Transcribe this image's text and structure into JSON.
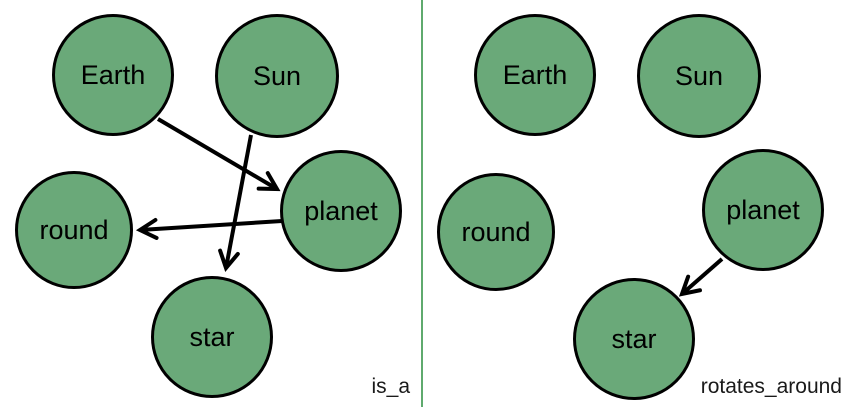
{
  "panels": [
    {
      "label": "is_a",
      "nodes": [
        {
          "label": "Earth"
        },
        {
          "label": "Sun"
        },
        {
          "label": "round"
        },
        {
          "label": "planet"
        },
        {
          "label": "star"
        }
      ],
      "edges": [
        {
          "from": "Earth",
          "to": "planet"
        },
        {
          "from": "Sun",
          "to": "star"
        },
        {
          "from": "planet",
          "to": "round"
        }
      ]
    },
    {
      "label": "rotates_around",
      "nodes": [
        {
          "label": "Earth"
        },
        {
          "label": "Sun"
        },
        {
          "label": "round"
        },
        {
          "label": "planet"
        },
        {
          "label": "star"
        }
      ],
      "edges": [
        {
          "from": "planet",
          "to": "star"
        }
      ]
    }
  ],
  "colors": {
    "background": "#ffffff",
    "node_fill": "#6aa979",
    "node_border": "#000000",
    "node_text": "#000000",
    "edge": "#000000",
    "divider": "#5faa6e",
    "label_text": "#1a1a1a"
  }
}
